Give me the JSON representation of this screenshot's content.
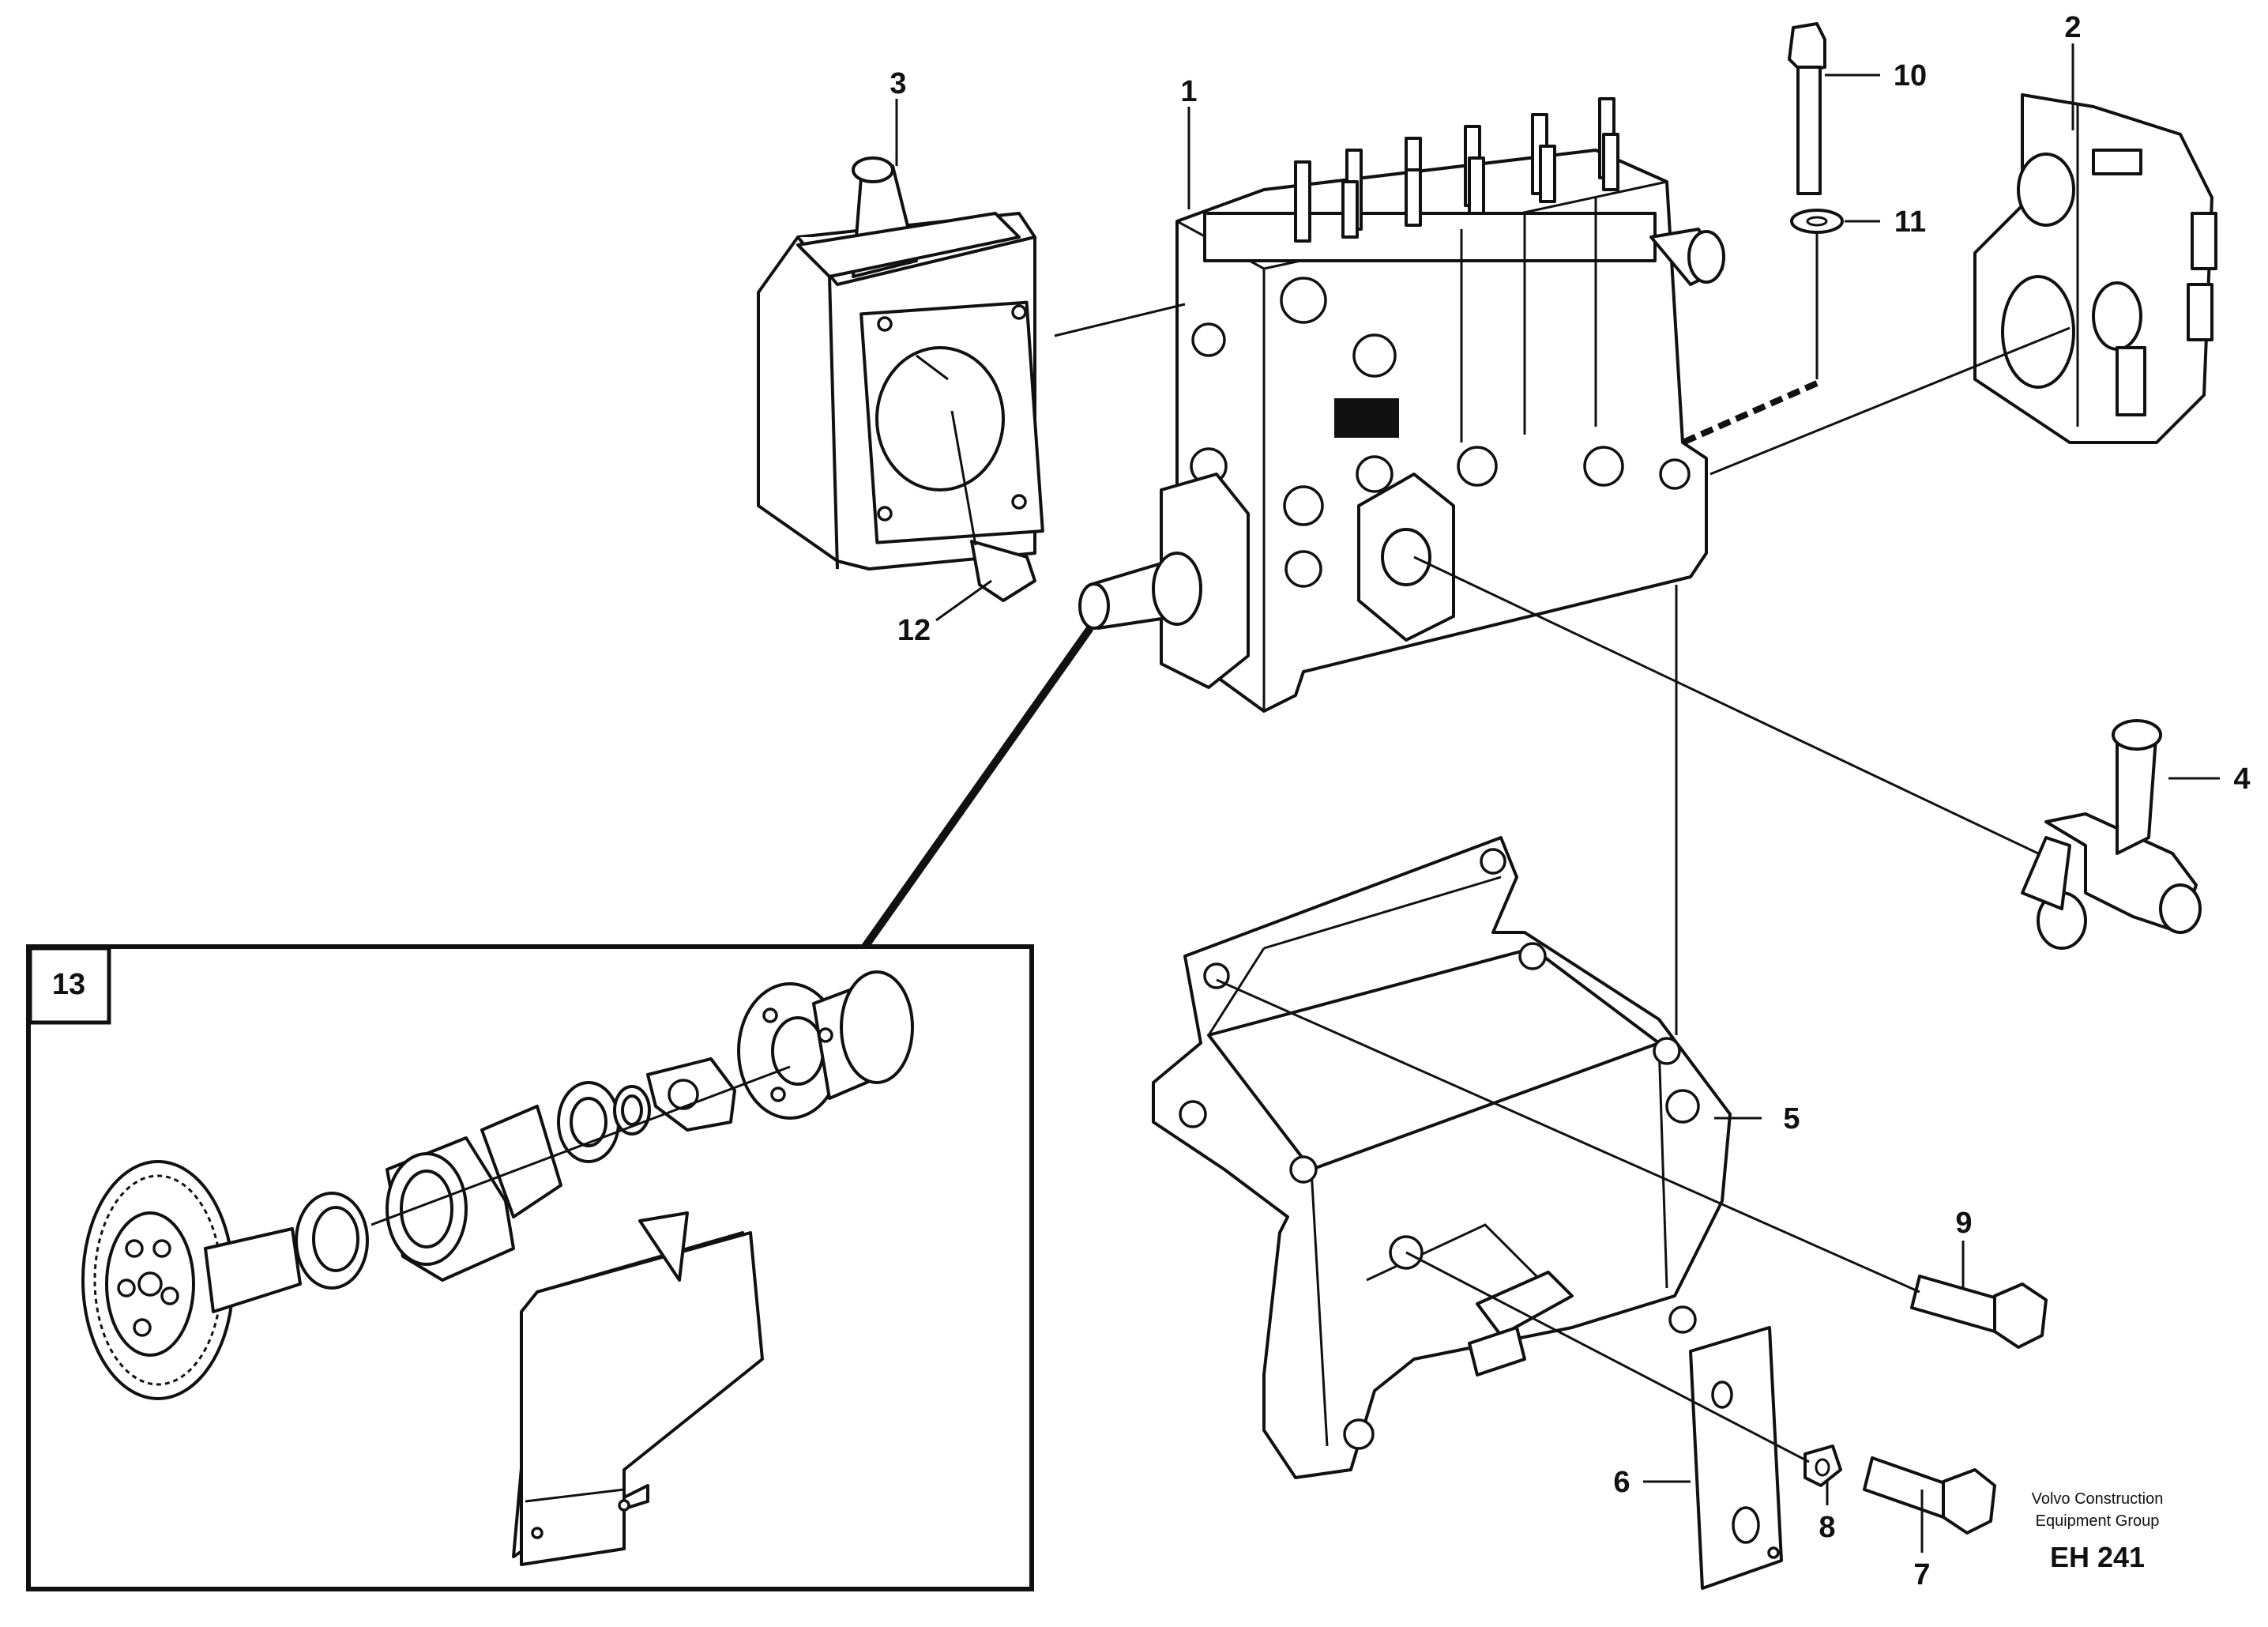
{
  "callouts": {
    "c1": "1",
    "c2": "2",
    "c3": "3",
    "c4": "4",
    "c5": "5",
    "c6": "6",
    "c7": "7",
    "c8": "8",
    "c9": "9",
    "c10": "10",
    "c11": "11",
    "c12": "12",
    "c13": "13"
  },
  "credit": {
    "line1": "Volvo Construction",
    "line2": "Equipment Group",
    "code": "EH 241"
  }
}
